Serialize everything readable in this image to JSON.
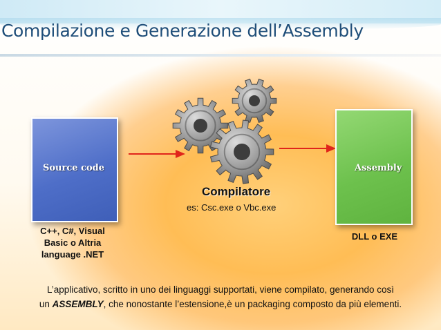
{
  "slide": {
    "title": "Compilazione e Generazione dell’Assembly"
  },
  "source": {
    "label": "Source code",
    "languages": [
      "C++, C#, Visual",
      "Basic o Altria",
      "language .NET"
    ],
    "color": "#4e6ec8"
  },
  "compiler": {
    "name": "Compilatore",
    "examples": "es: Csc.exe o Vbc.exe",
    "icon": "gears-icon"
  },
  "assembly": {
    "label": "Assembly",
    "types": "DLL o EXE",
    "color": "#6dc14d"
  },
  "arrows": {
    "color": "#e0241b"
  },
  "caption": {
    "line1": "L’applicativo, scritto in uno dei linguaggi supportati, viene compilato, generando così",
    "line2_prefix": "un ",
    "line2_emphasis": "ASSEMBLY",
    "line2_suffix": ", che nonostante l’estensione,è un packaging composto da più elementi."
  }
}
